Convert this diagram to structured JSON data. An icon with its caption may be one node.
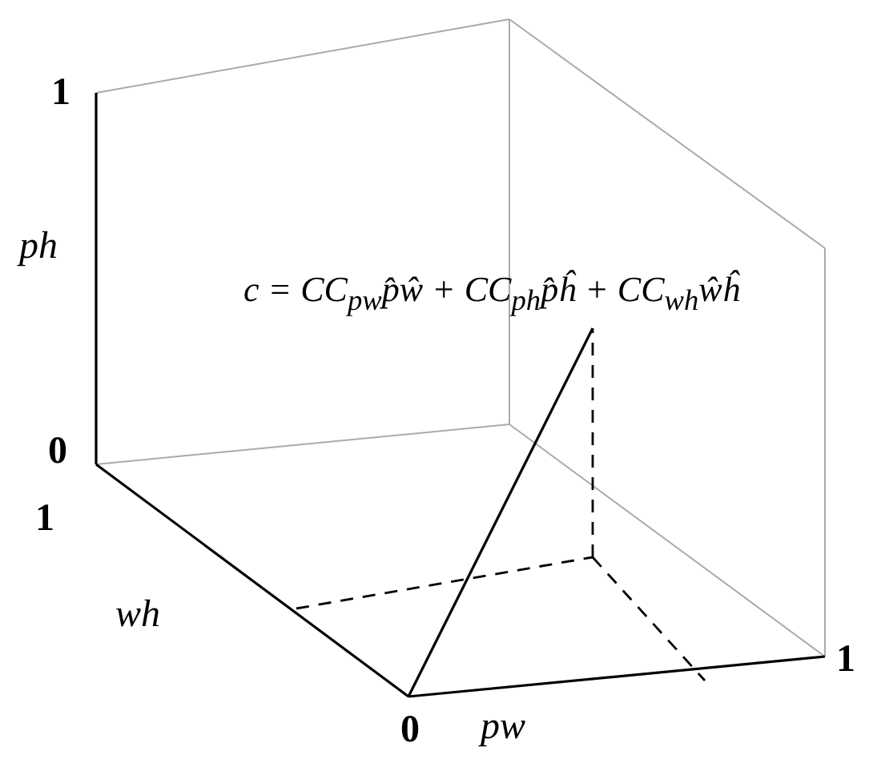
{
  "diagram": {
    "labels": [
      "1",
      "ph",
      "c = CC$_{pw}$p̂ŵ + CC$_{ph}$p̂ĥ + CC$_{wh}$ŵĥ",
      "0",
      "1",
      "wh",
      "0",
      "pw",
      "1"
    ]
  }
}
